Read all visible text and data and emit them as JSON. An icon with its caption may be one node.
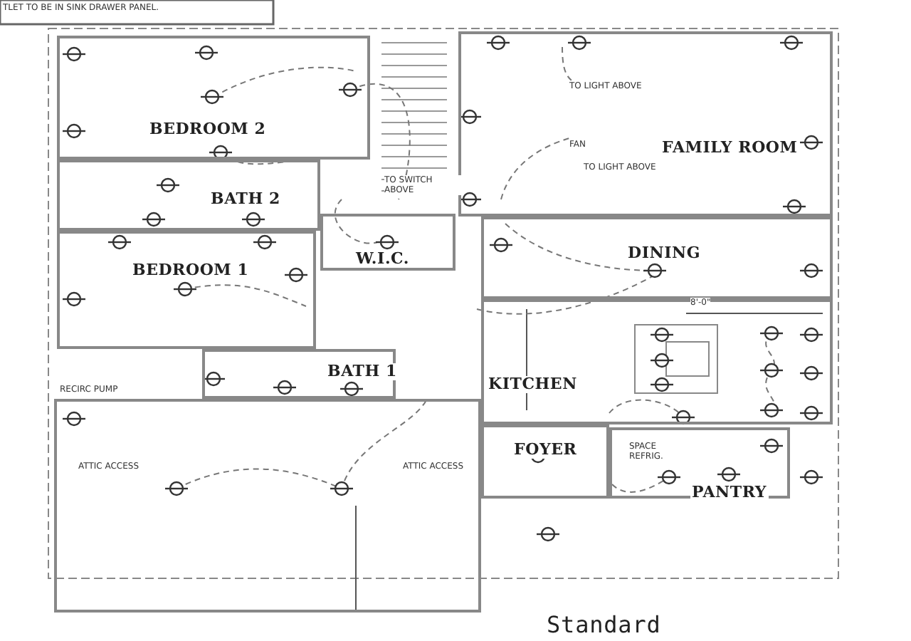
{
  "diagram": {
    "title": "Standard",
    "nodes": [
      {
        "text": [
          "BEDROOM 2"
        ]
      },
      {
        "text": [
          "BATH 2"
        ]
      },
      {
        "text": [
          "BEDROOM 1"
        ]
      },
      {
        "text": [
          "W.I.C."
        ]
      },
      {
        "text": [
          "BATH 1"
        ]
      },
      {
        "text": [
          "FAMILY ROOM"
        ]
      },
      {
        "text": [
          "DINING"
        ]
      },
      {
        "text": [
          "KITCHEN"
        ]
      },
      {
        "text": [
          "FOYER"
        ]
      },
      {
        "text": [
          "PANTRY"
        ]
      },
      {
        "text": [],
        "shape": "box"
      }
    ],
    "edges": [],
    "labels": [
      "TLET TO BE IN SINK DRAWER PANEL.",
      "TO LIGHT ABOVE",
      "TO SWITCH ABOVE",
      "FAN",
      "TO LIGHT ABOVE",
      "8'-0\"",
      "RECIRC PUMP",
      "ATTIC ACCESS",
      "ATTIC ACCESS",
      "SPACE REFRIG."
    ]
  }
}
